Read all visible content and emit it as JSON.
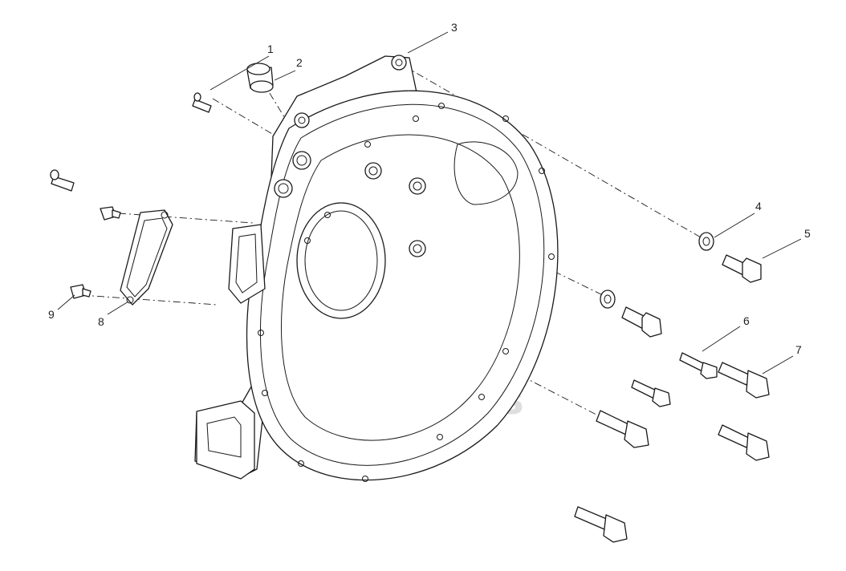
{
  "watermark": {
    "text": "data-parts",
    "color": "#d4d4d4"
  },
  "callouts": {
    "c1": "1",
    "c2": "2",
    "c3": "3",
    "c4": "4",
    "c5": "5",
    "c6": "6",
    "c7": "7",
    "c8": "8",
    "c9": "9"
  }
}
